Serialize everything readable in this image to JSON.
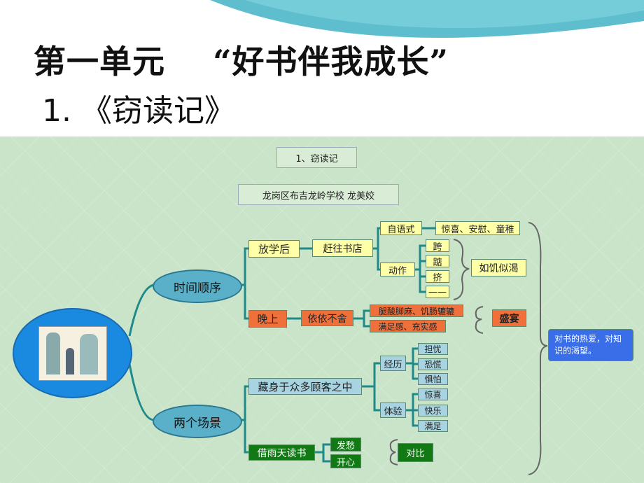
{
  "title": {
    "unit": "第一单元",
    "theme": "“好书伴我成长”",
    "lesson": "1. 《窃读记》"
  },
  "map": {
    "heading": "1、窃读记",
    "author": "龙岗区布吉龙岭学校 龙美姣",
    "branch1": {
      "label": "时间顺序",
      "a": "放学后",
      "a1": "赶往书店",
      "a2": "自语式",
      "a3": "惊喜、安慰、童稚",
      "a4": "动作",
      "acts": [
        "跨",
        "踮",
        "挤",
        "——"
      ],
      "a5": "如饥似渴",
      "b": "晚上",
      "b1": "依依不舍",
      "b2": "腿酸脚麻、饥肠辘辘",
      "b3": "满足感、充实感",
      "b4": "盛宴"
    },
    "branch2": {
      "label": "两个场景",
      "a": "藏身于众多顾客之中",
      "a1": "经历",
      "a1items": [
        "担忧",
        "恐慌",
        "惧怕"
      ],
      "a2": "体验",
      "a2items": [
        "惊喜",
        "快乐",
        "满足"
      ],
      "b": "借雨天读书",
      "b1": "发愁",
      "b2": "开心",
      "b3": "对比"
    },
    "summary": "对书的热爱，对知识的渴望。"
  }
}
